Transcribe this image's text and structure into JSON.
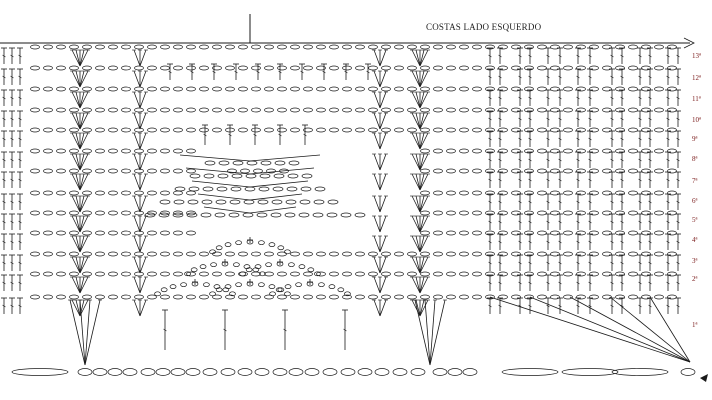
{
  "title": "COSTAS LADO ESQUERDO",
  "row_labels": [
    "13ª",
    "12ª",
    "11ª",
    "10ª",
    "9ª",
    "8ª",
    "7ª",
    "6ª",
    "5ª",
    "4ª",
    "3ª",
    "2ª",
    "1ª"
  ],
  "stitch_symbols": [
    "chain-oval",
    "double-crochet-T",
    "single-crochet-plus",
    "fan-cluster-V"
  ],
  "colors": {
    "ink": "#1a1a1a",
    "row_label": "#7a1a1a"
  }
}
